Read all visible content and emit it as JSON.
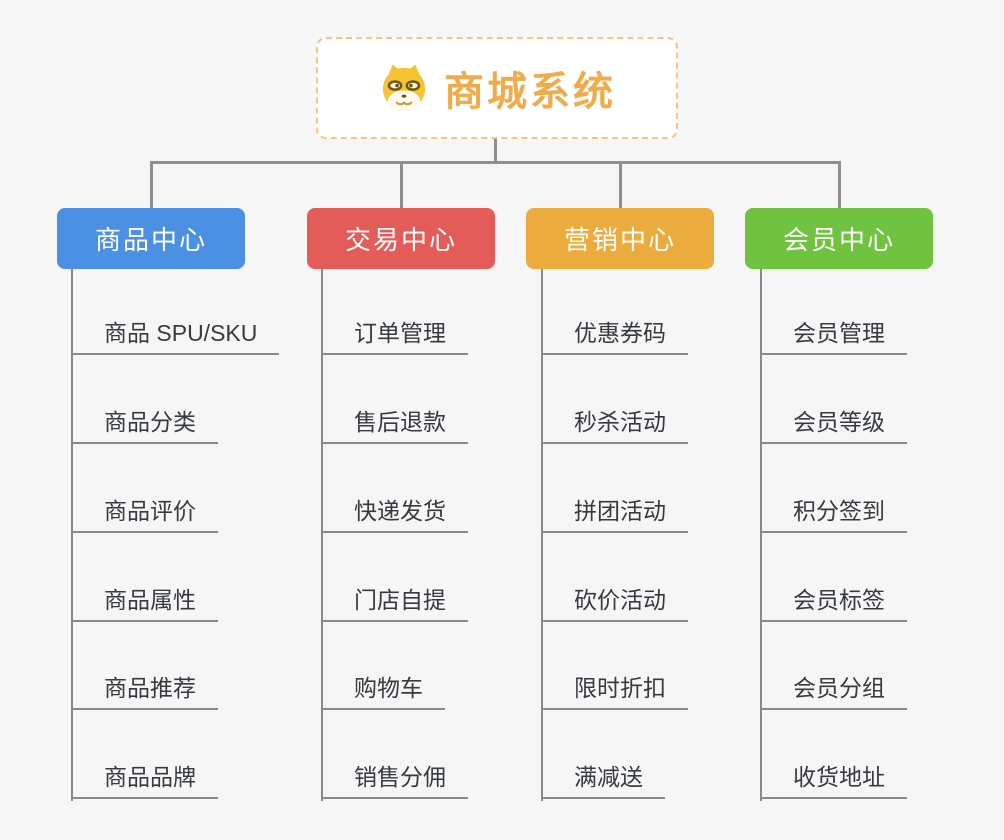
{
  "canvas": {
    "background": "#f6f6f6",
    "connector_color": "#8e8e8e",
    "leaf_line_color": "#87898c",
    "leaf_text_color": "#363b40"
  },
  "root": {
    "title": "商城系统",
    "icon": "dog-face-icon",
    "text_color": "#f0ac4b",
    "border_color": "#f6c582"
  },
  "branches": [
    {
      "label": "商品中心",
      "color": "#4b90e2",
      "items": [
        "商品 SPU/SKU",
        "商品分类",
        "商品评价",
        "商品属性",
        "商品推荐",
        "商品品牌"
      ]
    },
    {
      "label": "交易中心",
      "color": "#e45c5a",
      "items": [
        "订单管理",
        "售后退款",
        "快递发货",
        "门店自提",
        "购物车",
        "销售分佣"
      ]
    },
    {
      "label": "营销中心",
      "color": "#ebab3d",
      "items": [
        "优惠券码",
        "秒杀活动",
        "拼团活动",
        "砍价活动",
        "限时折扣",
        "满减送"
      ]
    },
    {
      "label": "会员中心",
      "color": "#70c23f",
      "items": [
        "会员管理",
        "会员等级",
        "积分签到",
        "会员标签",
        "会员分组",
        "收货地址"
      ]
    }
  ]
}
